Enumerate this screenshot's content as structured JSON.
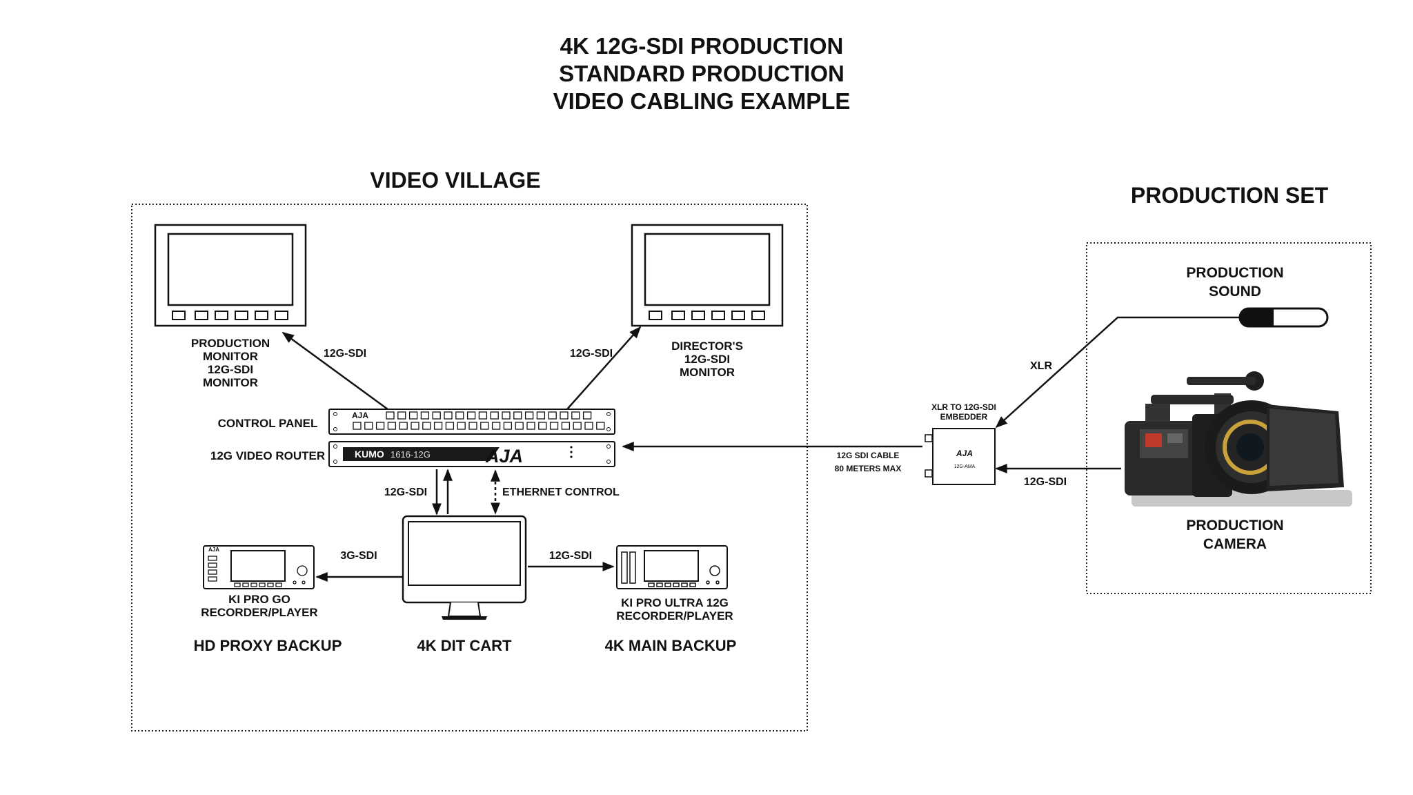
{
  "title": [
    "4K 12G-SDI PRODUCTION",
    "STANDARD PRODUCTION",
    "VIDEO CABLING EXAMPLE"
  ],
  "sections": {
    "video_village": "VIDEO VILLAGE",
    "production_set": "PRODUCTION SET"
  },
  "devices": {
    "production_monitor": [
      "PRODUCTION",
      "MONITOR",
      "12G-SDI",
      "MONITOR"
    ],
    "directors_monitor": [
      "DIRECTOR'S",
      "12G-SDI",
      "MONITOR"
    ],
    "control_panel": "CONTROL PANEL",
    "video_router": "12G VIDEO ROUTER",
    "router_faceplate": {
      "kumo": "KUMO",
      "model": "1616-12G",
      "brand": "AJA"
    },
    "panel_brand": "AJA",
    "ki_pro_go": [
      "KI PRO GO",
      "RECORDER/PLAYER"
    ],
    "ki_pro_ultra": [
      "KI PRO ULTRA 12G",
      "RECORDER/PLAYER"
    ],
    "embedder": [
      "XLR TO 12G-SDI",
      "EMBEDDER"
    ],
    "embedder_faceplate": {
      "brand": "AJA",
      "model": "12G-AMA"
    },
    "production_sound": [
      "PRODUCTION",
      "SOUND"
    ],
    "production_camera": [
      "PRODUCTION",
      "CAMERA"
    ]
  },
  "cable_labels": {
    "to_production_monitor": "12G-SDI",
    "to_directors_monitor": "12G-SDI",
    "router_to_dit": "12G-SDI",
    "ethernet": "ETHERNET CONTROL",
    "dit_to_ki_pro_go": "3G-SDI",
    "dit_to_ki_pro_ultra": "12G-SDI",
    "embedder_to_router": [
      "12G SDI CABLE",
      "80 METERS MAX"
    ],
    "sound_to_embedder": "XLR",
    "camera_to_embedder": "12G-SDI"
  },
  "stations": {
    "hd_proxy": "HD PROXY BACKUP",
    "dit_cart": "4K DIT CART",
    "main_backup": "4K MAIN BACKUP"
  }
}
